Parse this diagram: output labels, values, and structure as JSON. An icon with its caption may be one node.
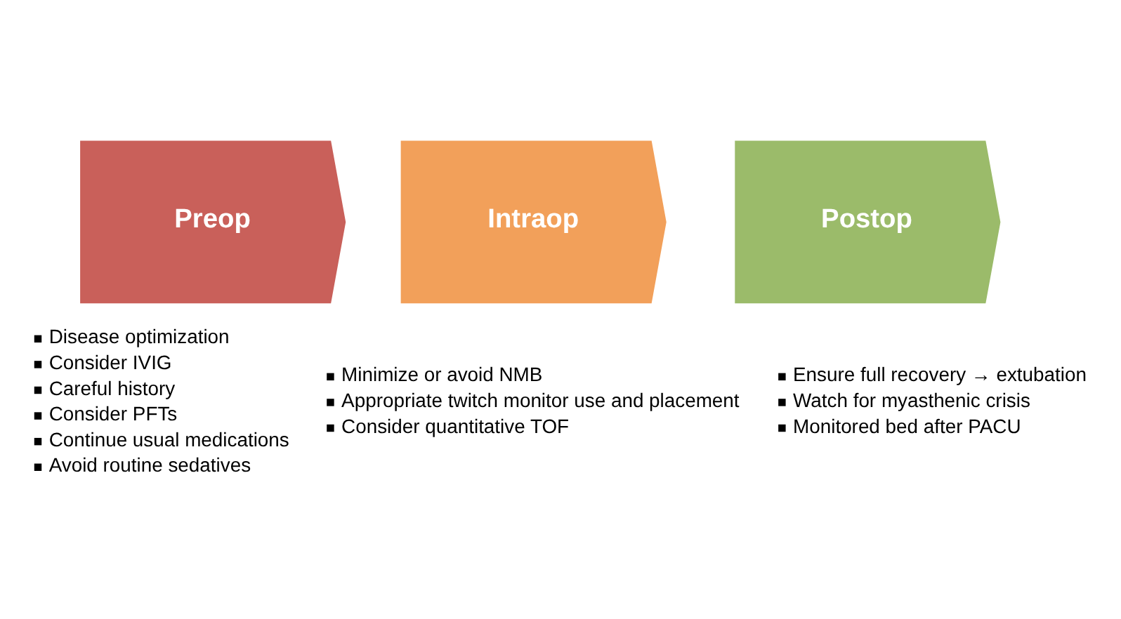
{
  "diagram": {
    "nodes": [
      {
        "text": [
          "Preop"
        ],
        "beside": [
          "Disease optimization",
          "Consider IVIG",
          "Careful history",
          "Consider PFTs",
          "Continue usual medications",
          "Avoid routine sedatives"
        ]
      },
      {
        "text": [
          "Intraop"
        ],
        "beside": [
          "Minimize or avoid NMB",
          "Appropriate twitch monitor use and placement",
          "Consider quantitative TOF"
        ]
      },
      {
        "text": [
          "Postop"
        ],
        "beside": [
          "Ensure full recovery → extubation",
          "Watch for myasthenic crisis",
          "Monitored bed after PACU"
        ]
      }
    ]
  }
}
